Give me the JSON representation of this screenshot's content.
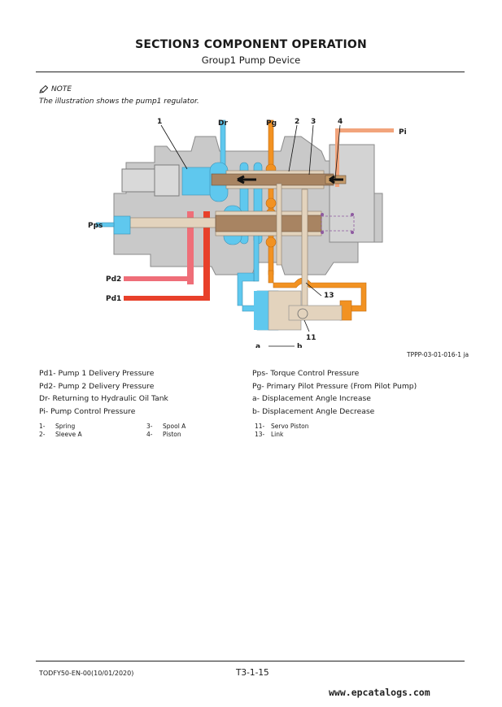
{
  "header": {
    "section_title": "SECTION3 COMPONENT OPERATION",
    "subtitle": "Group1 Pump Device"
  },
  "note": {
    "icon": "pencil-icon",
    "label": "NOTE",
    "text": "The illustration shows the pump1 regulator."
  },
  "diagram": {
    "callouts": {
      "c1": "1",
      "c2": "2",
      "c3": "3",
      "c4": "4",
      "c11": "11",
      "c13": "13"
    },
    "ports": {
      "dr": "Dr",
      "pg": "Pg",
      "pi": "Pi",
      "pps": "Pps",
      "pd2": "Pd2",
      "pd1": "Pd1"
    },
    "direction": {
      "a": "a",
      "b": "b"
    },
    "colors": {
      "body": "#c9c9c9",
      "body_stroke": "#8a8a8a",
      "drain_blue": "#5fc8ee",
      "pilot_orange": "#f29222",
      "control_salmon": "#f2a47c",
      "pd2_pink": "#ef6e78",
      "pd1_red": "#e8402a",
      "spool_brown": "#a88462",
      "sleeve_beige": "#e3d3bd",
      "spring_purple": "#8e5aa0"
    },
    "figure_id": "TPPP-03-01-016-1 ja"
  },
  "legend": {
    "left": [
      "Pd1- Pump 1 Delivery Pressure",
      "Pd2- Pump 2 Delivery Pressure",
      "Dr- Returning to Hydraulic Oil Tank",
      "Pi- Pump Control Pressure"
    ],
    "right": [
      "Pps- Torque Control Pressure",
      "Pg- Primary Pilot Pressure (From Pilot Pump)",
      "a- Displacement Angle Increase",
      "b- Displacement Angle Decrease"
    ]
  },
  "parts": [
    [
      {
        "num": "1-",
        "name": "Spring"
      },
      {
        "num": "2-",
        "name": "Sleeve A"
      }
    ],
    [
      {
        "num": "3-",
        "name": "Spool A"
      },
      {
        "num": "4-",
        "name": "Piston"
      }
    ],
    [
      {
        "num": "11-",
        "name": "Servo Piston"
      },
      {
        "num": "13-",
        "name": "Link"
      }
    ]
  ],
  "footer": {
    "doc_code": "TODFY50-EN-00(10/01/2020)",
    "page_number": "T3-1-15",
    "watermark": "www.epcatalogs.com"
  }
}
